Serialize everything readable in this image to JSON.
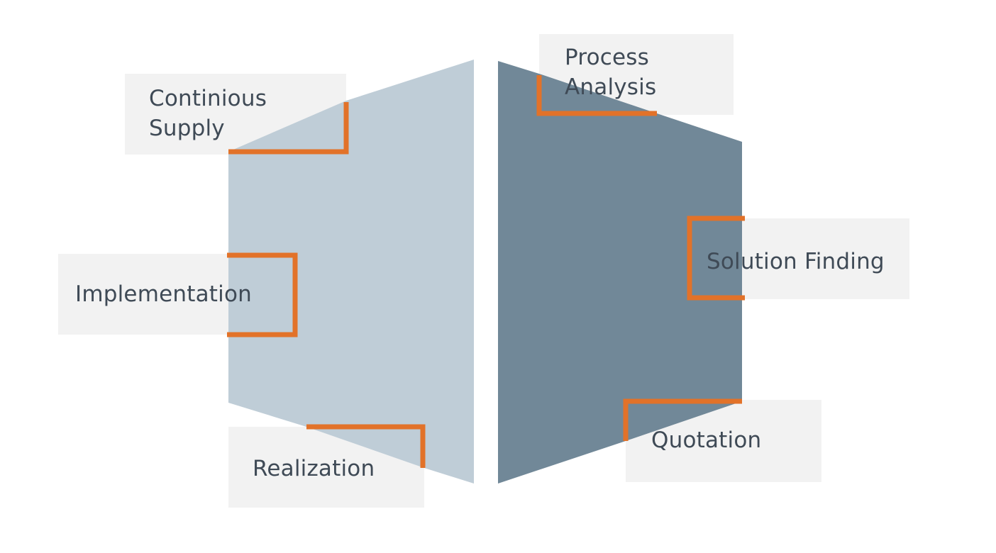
{
  "colors": {
    "left_panel": "#bfcdd7",
    "right_panel": "#718898",
    "label_background": "#f2f2f2",
    "connector": "#e27229",
    "text": "#3f4a56"
  },
  "labels": {
    "continuous_supply": "Continious\nSupply",
    "implementation": "Implementation",
    "realization": "Realization",
    "process_analysis": "Process\nAnalysis",
    "solution_finding": "Solution Finding",
    "quotation": "Quotation"
  }
}
